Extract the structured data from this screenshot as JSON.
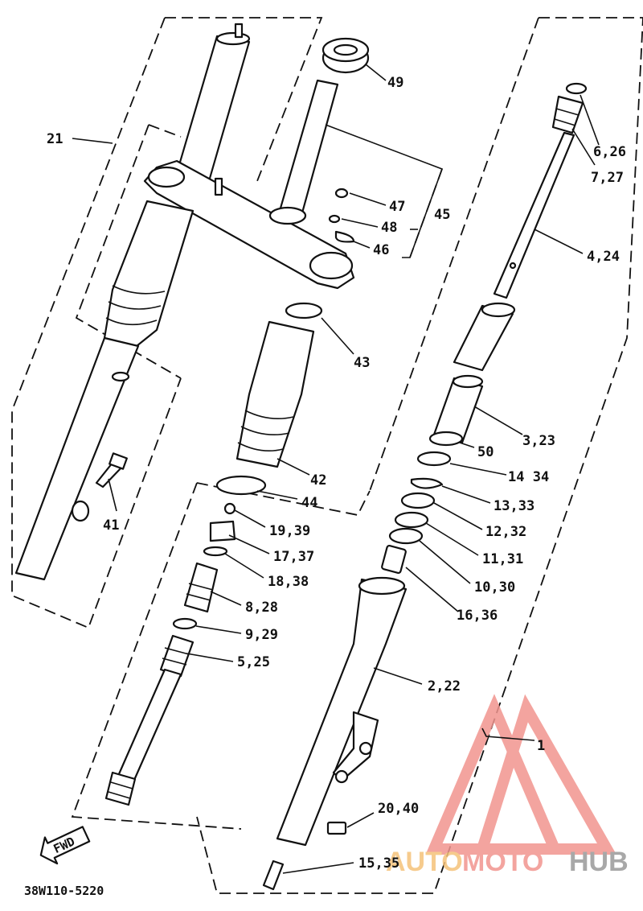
{
  "diagram_code": "38W110-5220",
  "direction_badge": "FWD",
  "watermark": {
    "word1": "AUTO",
    "word2": "MOTO",
    "word3": "HUB",
    "color_primary": "#f1958f",
    "color_secondary": "#f5c27a",
    "color_dark": "#9a9a9a"
  },
  "callouts": {
    "c1": "1",
    "c2_22": "2,22",
    "c3_23": "3,23",
    "c4_24": "4,24",
    "c5_25": "5,25",
    "c6_26": "6,26",
    "c7_27": "7,27",
    "c8_28": "8,28",
    "c9_29": "9,29",
    "c10_30": "10,30",
    "c11_31": "11,31",
    "c12_32": "12,32",
    "c13_33": "13,33",
    "c14_34": "14 34",
    "c15_35": "15,35",
    "c16_36": "16,36",
    "c17_37": "17,37",
    "c18_38": "18,38",
    "c19_39": "19,39",
    "c20_40": "20,40",
    "c21": "21",
    "c41": "41",
    "c42": "42",
    "c43": "43",
    "c44": "44",
    "c45": "45",
    "c46": "46",
    "c47": "47",
    "c48": "48",
    "c49": "49",
    "c50": "50"
  }
}
